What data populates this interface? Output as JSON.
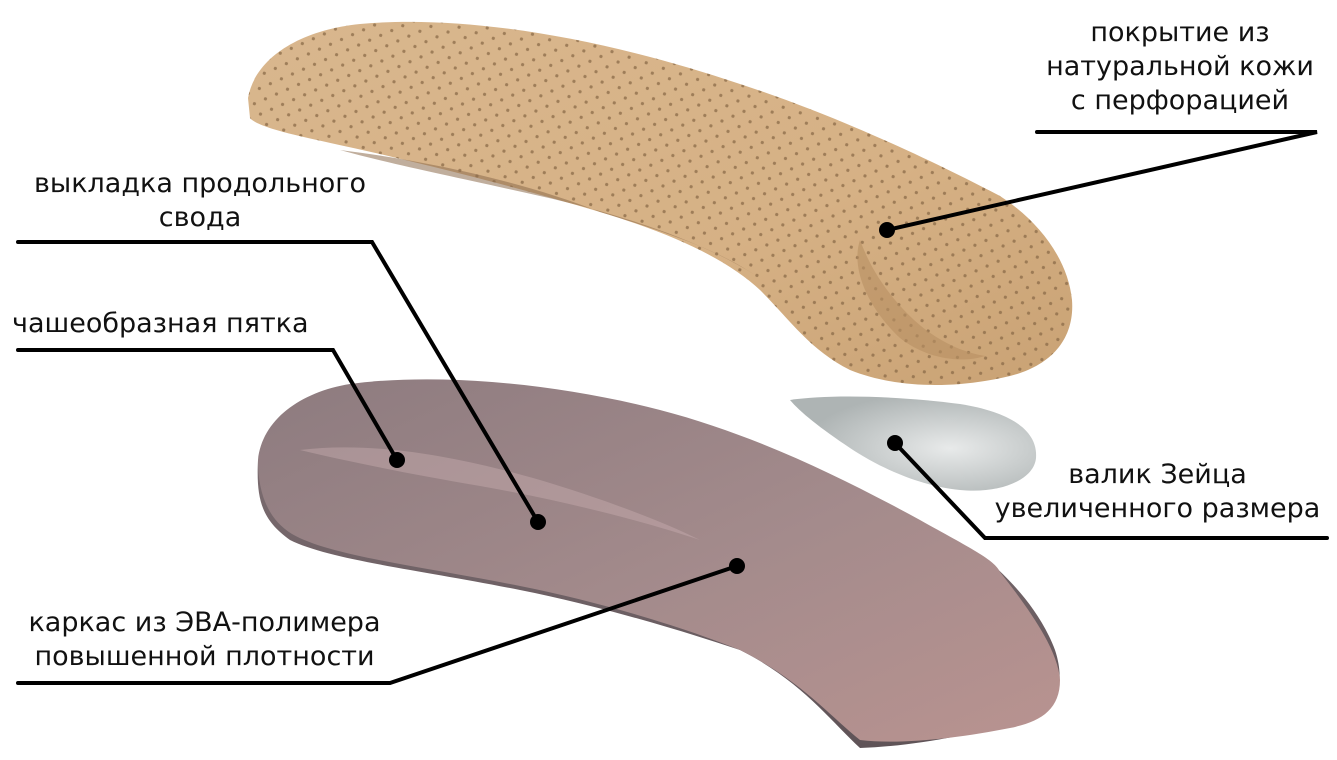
{
  "labels": {
    "leather_cover": [
      "покрытие из",
      "натуральной кожи",
      "с перфорацией"
    ],
    "arch_support": [
      "выкладка продольного",
      "свода"
    ],
    "heel_cup": [
      "чашеобразная пятка"
    ],
    "zeitz_roll": [
      "валик Зейца",
      "увеличенного размера"
    ],
    "eva_frame": [
      "каркас из ЭВА-полимера",
      "повышенной плотности"
    ]
  },
  "colors": {
    "leather": "#d8b48a",
    "leather_shadow": "#b88f62",
    "perforation": "#8a6a48",
    "eva": "#9a8488",
    "eva_dark": "#6e6064",
    "eva_light": "#c8a6a4",
    "zeitz_roll": "#d4d8d8",
    "leader_line": "#000000"
  }
}
